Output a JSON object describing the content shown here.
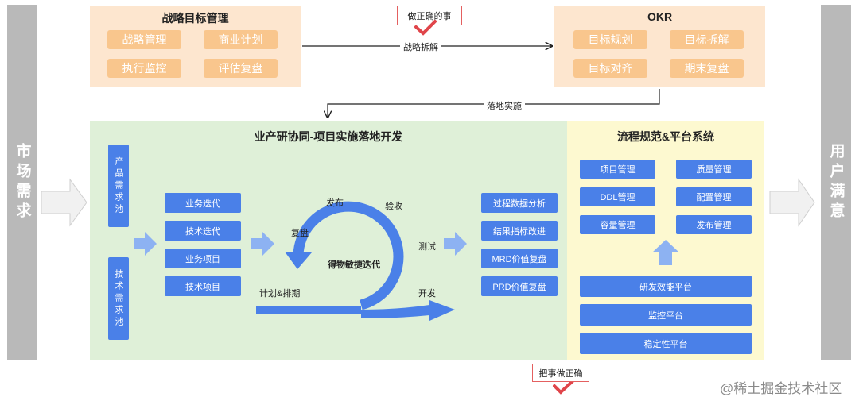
{
  "left_bar": {
    "text": "市场需求"
  },
  "right_bar": {
    "text": "用户满意"
  },
  "strategy": {
    "title": "战略目标管理",
    "items": [
      "战略管理",
      "商业计划",
      "执行监控",
      "评估复盘"
    ]
  },
  "okr": {
    "title": "OKR",
    "items": [
      "目标规划",
      "目标拆解",
      "目标对齐",
      "期末复盘"
    ]
  },
  "do_right_thing": {
    "label": "做正确的事"
  },
  "strategy_breakdown": {
    "label": "战略拆解"
  },
  "landing": {
    "label": "落地实施"
  },
  "do_thing_right": {
    "label": "把事做正确"
  },
  "rd": {
    "title": "业产研协同-项目实施落地开发",
    "pools": [
      "产品需求池",
      "技术需求池"
    ],
    "iterations": [
      "业务迭代",
      "技术迭代",
      "业务项目",
      "技术项目"
    ],
    "cycle_center": "得物敏捷迭代",
    "cycle_labels": {
      "release": "发布",
      "accept": "验收",
      "review": "复盘",
      "test": "测试",
      "plan": "计划&排期",
      "develop": "开发"
    },
    "outputs": [
      "过程数据分析",
      "结果指标改进",
      "MRD价值复盘",
      "PRD价值复盘"
    ]
  },
  "platform": {
    "title": "流程规范&平台系统",
    "grid": [
      "项目管理",
      "质量管理",
      "DDL管理",
      "配置管理",
      "容量管理",
      "发布管理"
    ],
    "bars": [
      "研发效能平台",
      "监控平台",
      "稳定性平台"
    ]
  },
  "watermark": {
    "text": "@稀土掘金技术社区"
  },
  "colors": {
    "accent_blue": "#4a80e8",
    "orange_pill": "#f9c68d",
    "check_red": "#e0454a"
  }
}
